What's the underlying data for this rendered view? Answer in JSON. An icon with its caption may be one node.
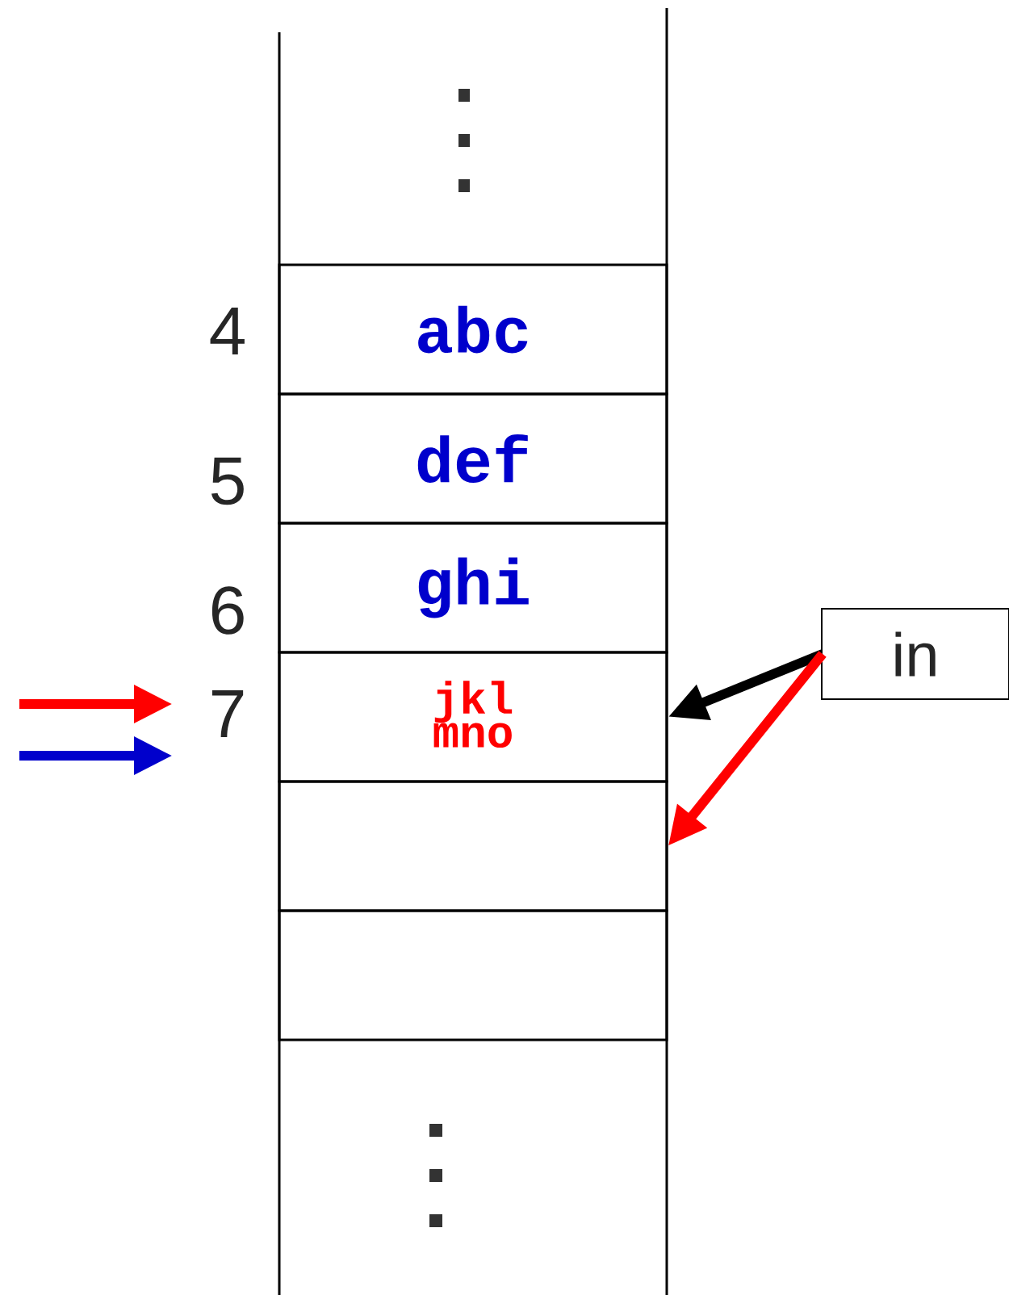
{
  "diagram": {
    "nodes": [
      {
        "text": [
          "abc"
        ],
        "beside": [
          "4"
        ]
      },
      {
        "text": [
          "def"
        ],
        "beside": [
          "5"
        ]
      },
      {
        "text": [
          "ghi"
        ],
        "beside": [
          "6"
        ]
      },
      {
        "text": [
          "jkl",
          "mno"
        ],
        "beside": [
          "7"
        ]
      },
      {
        "text": [],
        "shape": "box"
      },
      {
        "text": [],
        "shape": "box"
      },
      {
        "text": [
          "in"
        ]
      }
    ],
    "edges": [
      {
        "from": 6,
        "to": 3,
        "arrow": "to",
        "color": "#000000"
      },
      {
        "from": 6,
        "to": 4,
        "arrow": "to",
        "color": "#ff0000"
      }
    ]
  }
}
